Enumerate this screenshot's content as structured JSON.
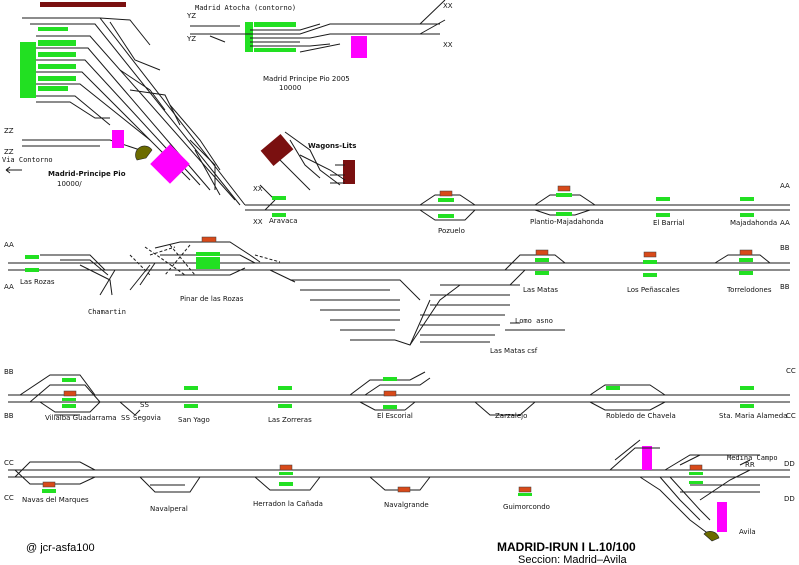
{
  "title": {
    "main": "MADRID-IRUN I L.10/100",
    "section": "Seccion: Madrid–Avila"
  },
  "credit": "@ jcr-asfa100",
  "connectors": {
    "XX": "XX",
    "YZ": "YZ",
    "ZZ": "ZZ",
    "AA": "AA",
    "BB": "BB",
    "CC": "CC",
    "DD": "DD",
    "SS": "SS",
    "RR": "RR"
  },
  "labels": {
    "atocha_contorno": "Madrid Atocha (contorno)",
    "principe_pio_2005": "Madrid Principe Pio 2005",
    "principe_pio_2005_km": "10000",
    "principe_pio": "Madrid-Principe Pio",
    "principe_pio_km": "10000/",
    "via_contorno": "Via Contorno",
    "wagons_lits": "Wagons-Lits",
    "chamartin": "Chamartin",
    "lomo_asno": "Lomo asno",
    "las_matas_csf": "Las Matas csf",
    "segovia": "Segovia",
    "medina_campo": "Medina Campo"
  },
  "stations": {
    "aravaca": "Aravaca",
    "pozuelo": "Pozuelo",
    "plantio_majadahonda": "Plantio-Majadahonda",
    "el_barrial": "El Barrial",
    "majadahonda": "Majadahonda",
    "las_rozas": "Las Rozas",
    "pinar_de_las_rozas": "Pinar de las Rozas",
    "las_matas": "Las Matas",
    "los_penascales": "Los Peñascales",
    "torrelodones": "Torrelodones",
    "villalba_guadarrama": "Villalba Guadarrama",
    "san_yago": "San Yago",
    "las_zorreras": "Las Zorreras",
    "el_escorial": "El Escorial",
    "zarzalejo": "Zarzalejo",
    "robledo_de_chavela": "Robledo de  Chavela",
    "sta_maria_alameda": "Sta. Maria Alameda",
    "navas_del_marques": "Navas del Marques",
    "navalperal": "Navalperal",
    "herradon_la_canada": "Herradon la Cañada",
    "navalgrande": "Navalgrande",
    "guimorcondo": "Guimorcondo",
    "avila": "Avila"
  },
  "colors": {
    "platform": "#22e022",
    "building": "#d84a1a",
    "depot": "#ff00ff",
    "shed": "#7a1010",
    "turntable": "#6b6b00"
  }
}
